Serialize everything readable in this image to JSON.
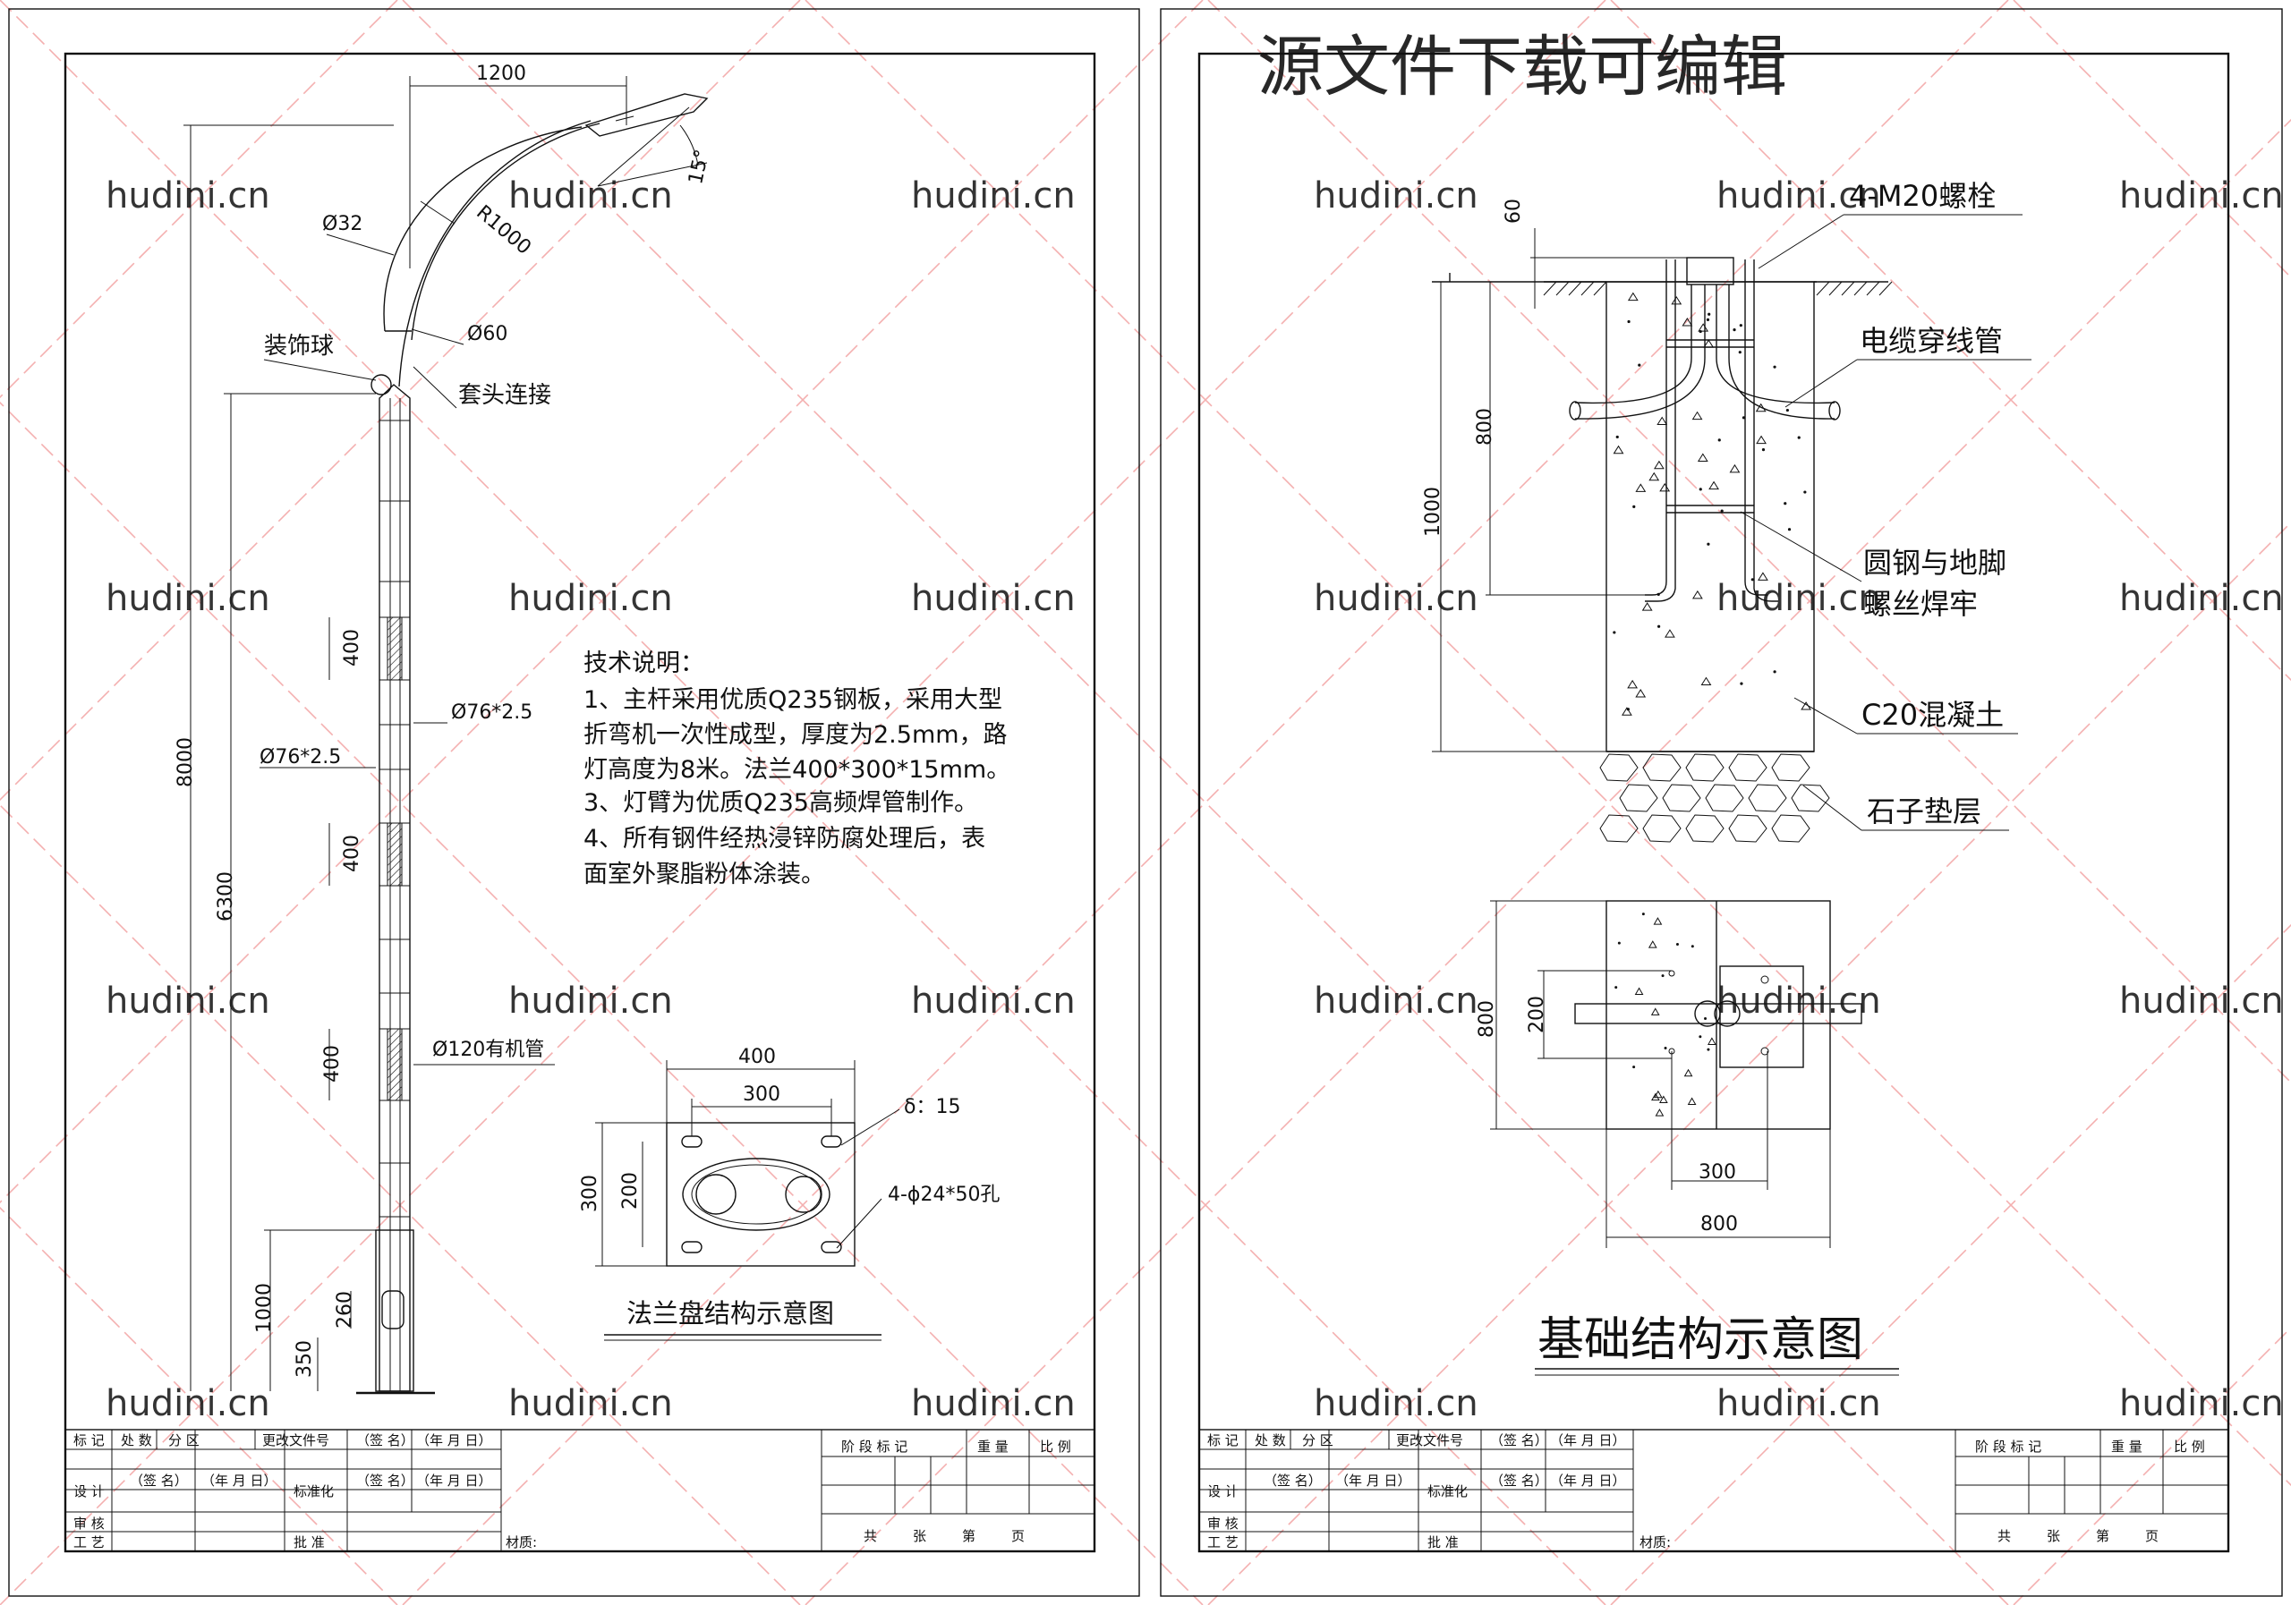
{
  "watermark": {
    "site": "hudini.cn",
    "headline": "源文件下载可编辑"
  },
  "left": {
    "dims": {
      "arm_length": "1200",
      "angle": "15°",
      "arm_tube": "Ø32",
      "radius": "R1000",
      "top_tube": "Ø60",
      "total_height": "8000",
      "mid_height": "6300",
      "base_height": "1000",
      "door_height": "260",
      "door_offset": "350",
      "band_1": "400",
      "band_2": "400",
      "band_3": "400",
      "pole_right": "Ø76*2.5",
      "pole_left": "Ø76*2.5",
      "conduit": "Ø120有机管"
    },
    "labels": {
      "ball": "装饰球",
      "sleeve": "套头连接"
    },
    "notes": {
      "title": "技术说明：",
      "lines": [
        "1、主杆采用优质Q235钢板，采用大型",
        "折弯机一次性成型，厚度为2.5mm，路",
        "灯高度为8米。法兰400*300*15mm。",
        "3、灯臂为优质Q235高频焊管制作。",
        "4、所有钢件经热浸锌防腐处理后，表",
        "面室外聚脂粉体涂装。"
      ]
    },
    "flange": {
      "w_outer": "400",
      "w_inner": "300",
      "h_outer": "300",
      "h_inner": "200",
      "thickness": "δ：15",
      "holes": "4-ϕ24*50孔",
      "caption": "法兰盘结构示意图"
    }
  },
  "right": {
    "dims": {
      "top": "60",
      "embed": "800",
      "depth": "1000",
      "plan_side": "800",
      "plan_inner": "200",
      "plan_bolt": "300",
      "plan_width": "800"
    },
    "labels": {
      "bolt": "4-M20螺栓",
      "cable": "电缆穿线管",
      "weld_1": "圆钢与地脚",
      "weld_2": "螺丝焊牢",
      "concrete": "C20混凝土",
      "gravel": "石子垫层"
    },
    "caption": "基础结构示意图"
  },
  "title_block": {
    "row1": [
      "标 记",
      "处 数",
      "分 区",
      "更改文件号",
      "（签 名）",
      "（年 月 日）"
    ],
    "row2": [
      "设 计",
      "（签 名）",
      "（年 月 日）",
      "标准化",
      "（签 名）",
      "（年 月 日）"
    ],
    "row3": [
      "审 核"
    ],
    "row4": [
      "工 艺",
      "批 准"
    ],
    "material": "材质:",
    "stage": "阶 段 标 记",
    "weight": "重 量",
    "scale": "比 例",
    "total": "共",
    "sheets": "张",
    "no": "第",
    "page": "页"
  }
}
